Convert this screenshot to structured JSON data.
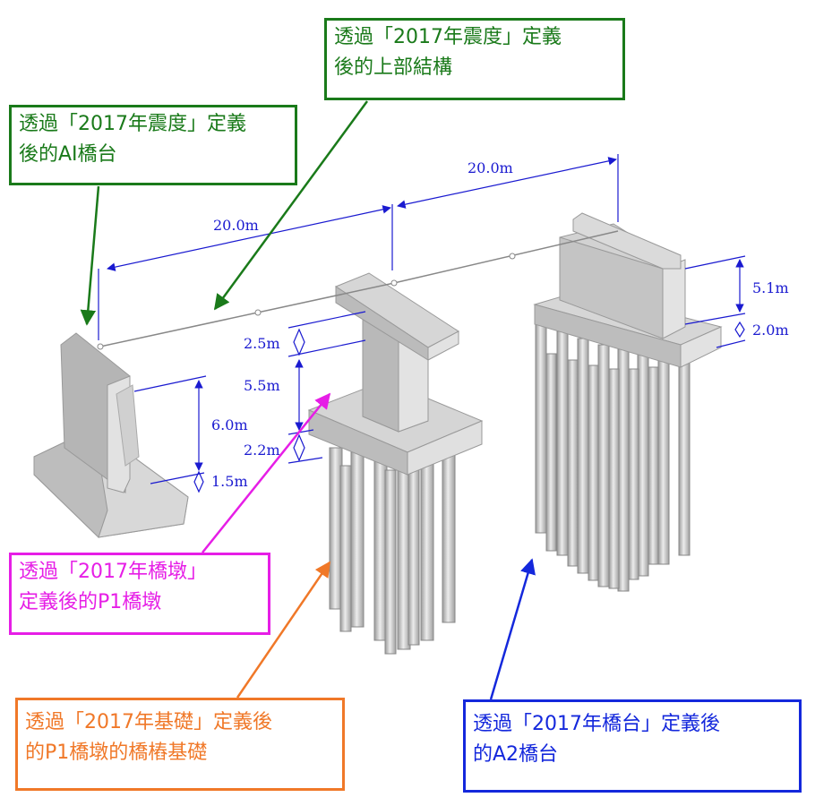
{
  "callouts": {
    "superstructure": {
      "line1": "透過「2017年震度」定義",
      "line2": "後的上部結構",
      "color": "#1a7a1a"
    },
    "a1_abutment": {
      "line1": "透過「2017年震度」定義",
      "line2": "後的AI橋台",
      "color": "#1a7a1a"
    },
    "p1_pier": {
      "line1": "透過「2017年橋墩」",
      "line2": "定義後的P1橋墩",
      "color": "#e61ee6"
    },
    "p1_foundation": {
      "line1": "透過「2017年基礎」定義後",
      "line2": "的P1橋墩的橋樁基礎",
      "color": "#f07828"
    },
    "a2_abutment": {
      "line1": "透過「2017年橋台」定義後",
      "line2": "的A2橋台",
      "color": "#1428dc"
    }
  },
  "dimensions": {
    "span_1": "20.0m",
    "span_2": "20.0m",
    "a1_wall_height": "6.0m",
    "a1_footing_height": "1.5m",
    "p1_cap_height": "2.5m",
    "p1_column_height": "5.5m",
    "p1_footing_height": "2.2m",
    "a2_wall_height": "5.1m",
    "a2_footing_height": "2.0m"
  },
  "colors": {
    "dimension": "#1a1ad0",
    "structure_light": "#dcdcdc",
    "structure_mid": "#c4c4c4",
    "structure_dark": "#a8a8a8"
  }
}
